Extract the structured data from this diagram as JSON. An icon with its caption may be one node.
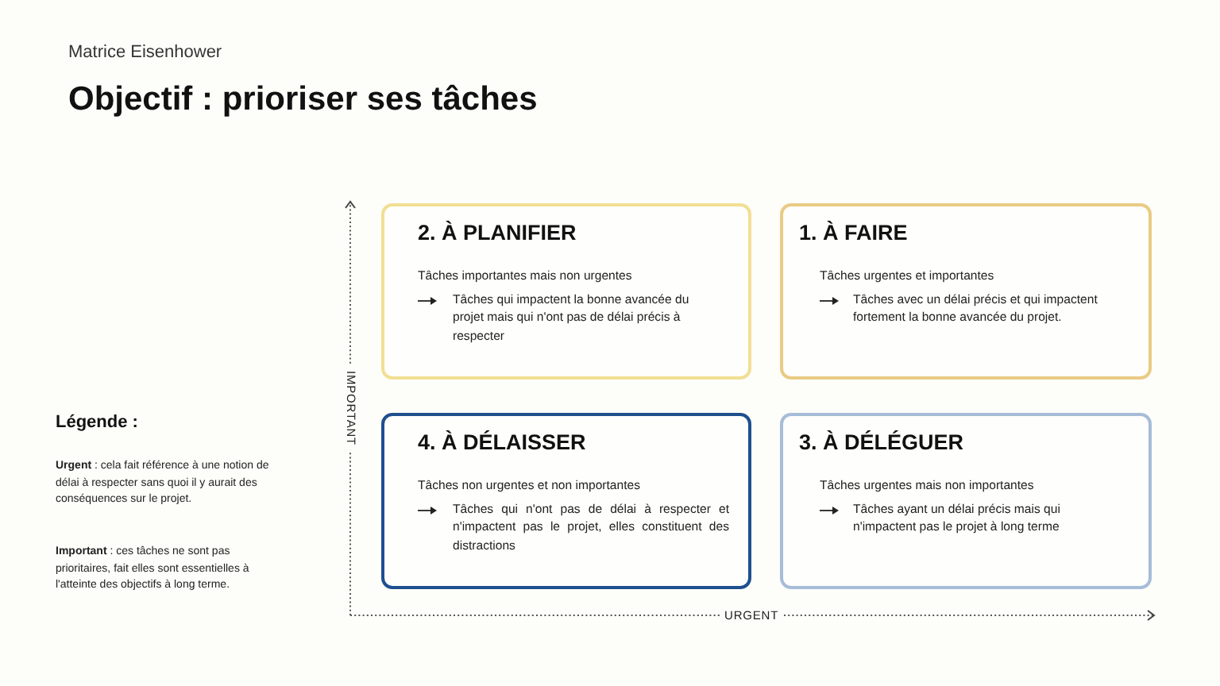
{
  "diagram": {
    "title": "Objectif : prioriser ses tâches",
    "nodes": [
      {
        "text": [
          "2. À PLANIFIER",
          "Tâches importantes mais non urgentes",
          "Tâches qui impactent la bonne avancée du projet mais qui n'ont pas de délai précis à respecter"
        ]
      },
      {
        "text": [
          "1. À FAIRE",
          "Tâches urgentes et importantes",
          "Tâches avec un délai précis et qui impactent fortement la bonne avancée du projet."
        ]
      },
      {
        "text": [
          "4. À DÉLAISSER",
          "Tâches non urgentes et non importantes",
          "Tâches qui n'ont pas de délai à respecter et n'impactent pas le projet, elles constituent des distractions"
        ]
      },
      {
        "text": [
          "3. À DÉLÉGUER",
          "Tâches urgentes mais non importantes",
          "Tâches ayant un délai précis mais qui n'impactent pas le projet à long terme"
        ]
      }
    ],
    "labels": [
      "Matrice Eisenhower",
      "IMPORTANT",
      "Légende :",
      "**Urgent** : cela fait référence à une notion de délai à respecter sans quoi il y aurait des conséquences sur le projet.",
      "**Important** : ces tâches ne sont pas prioritaires, fait elles sont essentielles à l'atteinte des objectifs à long terme.",
      "URGENT"
    ]
  }
}
